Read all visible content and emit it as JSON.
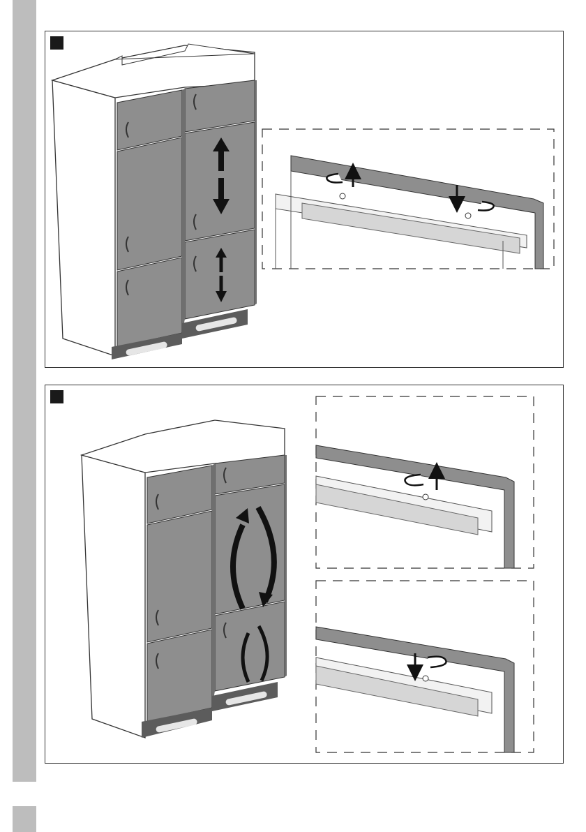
{
  "figure": {
    "panels": [
      {
        "id": "panel-1",
        "step_marker": "black-square",
        "shows": [
          "cabinet-with-fridge-doors",
          "door-height-adjust-arrows",
          "hinge-detail-inset"
        ]
      },
      {
        "id": "panel-2",
        "step_marker": "black-square",
        "shows": [
          "cabinet-with-fridge-doors",
          "door-rotate-arrows",
          "hinge-detail-inset-top",
          "hinge-detail-inset-bottom"
        ]
      }
    ],
    "colors": {
      "door_gray": "#8e8e8e",
      "door_dark": "#6f6f6f",
      "plinth": "#5c5c5c",
      "cabinet_side": "#ffffff",
      "outline": "#333333",
      "arrow": "#111111",
      "side_bar": "#bdbdbd"
    }
  }
}
